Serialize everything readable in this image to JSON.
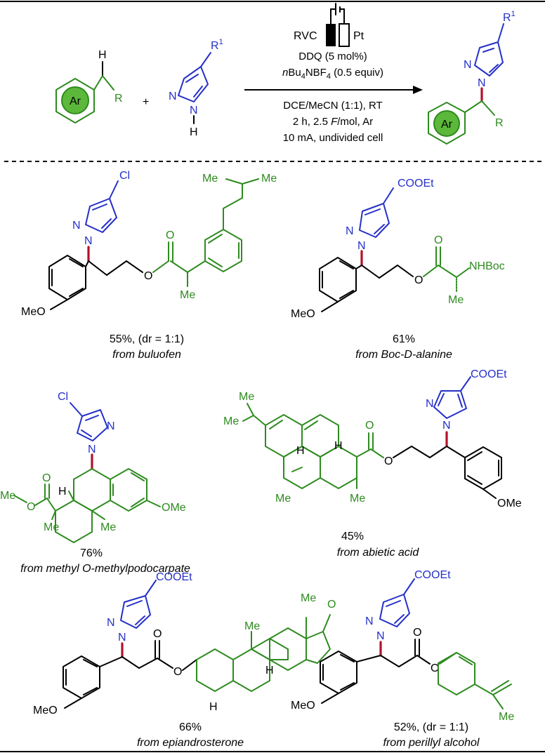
{
  "reaction": {
    "electrodes": {
      "anode": "RVC",
      "cathode": "Pt"
    },
    "reagent_catalyst": "DDQ (5 mol%)",
    "electrolyte_prefix": "n",
    "electrolyte_main": "Bu",
    "electrolyte_sub4": "4",
    "electrolyte_rest": "NBF",
    "electrolyte_sub4b": "4",
    "electrolyte_tail": " (0.5 equiv)",
    "solvent": "DCE/MeCN (1:1), RT",
    "time_charge_prefix": "2 h, 2.5 ",
    "time_charge_F": "F",
    "time_charge_suffix": "/mol, Ar",
    "current": "10 mA, undivided cell",
    "substrate_ar": "Ar",
    "substrate_h": "H",
    "substrate_r": "R",
    "plus": "+",
    "pyrazole_r1": "R",
    "pyrazole_r1_sup": "1",
    "pyrazole_n": "N",
    "pyrazole_h": "H",
    "product_ar": "Ar",
    "product_r": "R",
    "product_r1": "R",
    "product_r1_sup": "1"
  },
  "products": [
    {
      "id": "buluofen",
      "yield": "55%, (dr = 1:1)",
      "source": "from buluofen",
      "labels": {
        "cl": "Cl",
        "n": "N",
        "me2a": "Me",
        "me2b": "Me",
        "o": "O",
        "me": "Me",
        "meo": "MeO"
      }
    },
    {
      "id": "boc-d-alanine",
      "yield": "61%",
      "source": "from Boc-D-alanine",
      "labels": {
        "cooet": "COOEt",
        "n": "N",
        "o": "O",
        "nhboc": "NHBoc",
        "me": "Me",
        "meo": "MeO"
      }
    },
    {
      "id": "podocarpate",
      "yield": "76%",
      "source": "from methyl O-methylpodocarpate",
      "labels": {
        "cl": "Cl",
        "n": "N",
        "me_o": "Me",
        "o": "O",
        "h": "H",
        "me1": "Me",
        "me2": "Me",
        "ome": "OMe"
      }
    },
    {
      "id": "abietic",
      "yield": "45%",
      "source": "from abietic acid",
      "labels": {
        "me_top": "Me",
        "me_left": "Me",
        "h1": "H",
        "h2": "H",
        "me1": "Me",
        "me2": "Me",
        "o": "O",
        "cooet": "COOEt",
        "n": "N",
        "ome": "OMe"
      }
    },
    {
      "id": "epiandrosterone",
      "yield": "66%",
      "source": "from epiandrosterone",
      "labels": {
        "cooet": "COOEt",
        "n": "N",
        "o": "O",
        "me1": "Me",
        "me2": "Me",
        "h": "H",
        "meo": "MeO"
      }
    },
    {
      "id": "perillyl",
      "yield": "52%, (dr = 1:1)",
      "source": "from perillyl alcohol",
      "labels": {
        "cooet": "COOEt",
        "n": "N",
        "o": "O",
        "meo": "MeO",
        "me": "Me"
      }
    }
  ],
  "colors": {
    "green": "#2e8b1f",
    "blue": "#2530c8",
    "red": "#b3122a",
    "circle_fill": "#5cb83a"
  }
}
